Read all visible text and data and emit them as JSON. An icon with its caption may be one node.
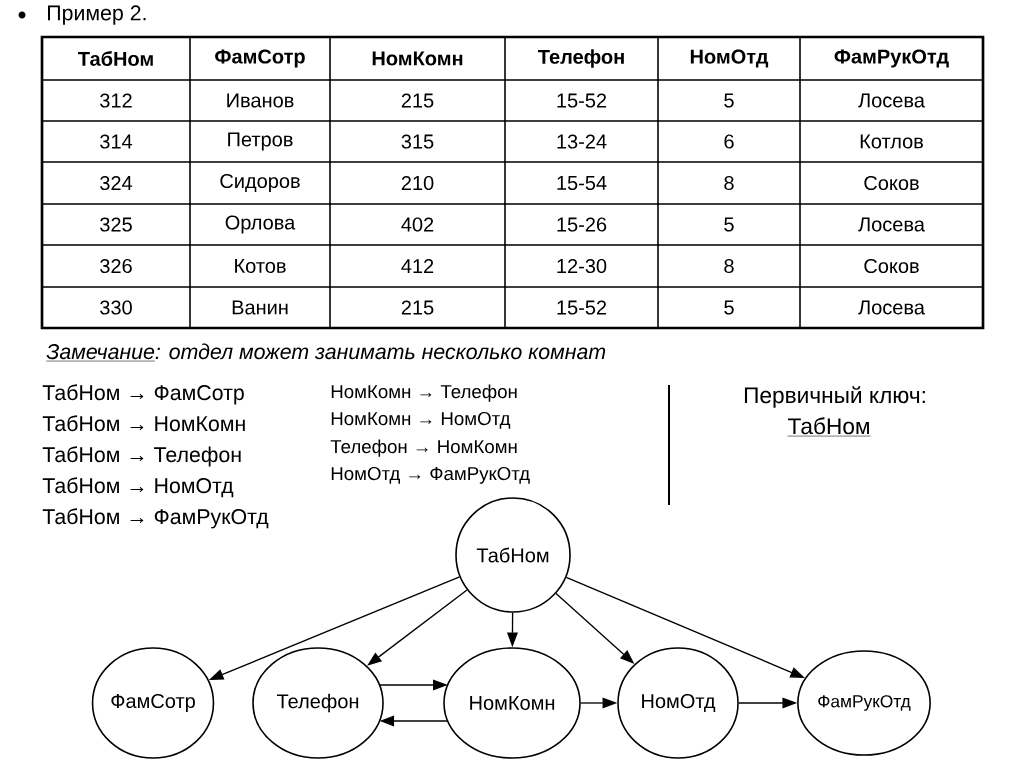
{
  "diagram": {
    "title": "Пример 2.",
    "nodes": [
      {
        "text": [
          "ТабНом"
        ]
      },
      {
        "text": [
          "ФамСотр"
        ]
      },
      {
        "text": [
          "Телефон"
        ]
      },
      {
        "text": [
          "НомКомн"
        ]
      },
      {
        "text": [
          "НомОтд"
        ]
      },
      {
        "text": [
          "ФамРукОтд"
        ]
      }
    ],
    "edges": [
      {
        "from": 0,
        "to": 1,
        "arrow": "to"
      },
      {
        "from": 0,
        "to": 2,
        "arrow": "to"
      },
      {
        "from": 0,
        "to": 3,
        "arrow": "to"
      },
      {
        "from": 0,
        "to": 4,
        "arrow": "to"
      },
      {
        "from": 0,
        "to": 5,
        "arrow": "to"
      },
      {
        "from": 2,
        "to": 3,
        "arrow": "to"
      },
      {
        "from": 3,
        "to": 2,
        "arrow": "to"
      },
      {
        "from": 3,
        "to": 4,
        "arrow": "to"
      },
      {
        "from": 4,
        "to": 5,
        "arrow": "to"
      }
    ],
    "labels": [
      "ТабНом",
      "ФамСотр",
      "НомКомн",
      "Телефон",
      "НомОтд",
      "ФамРукОтд",
      "312",
      "Иванов",
      "215",
      "15-52",
      "5",
      "Лосева",
      "314",
      "Петров",
      "315",
      "13-24",
      "6",
      "Котлов",
      "324",
      "Сидоров",
      "210",
      "15-54",
      "8",
      "Соков",
      "325",
      "Орлова",
      "402",
      "15-26",
      "5",
      "Лосева",
      "326",
      "Котов",
      "412",
      "12-30",
      "8",
      "Соков",
      "330",
      "Ванин",
      "215",
      "15-52",
      "5",
      "Лосева",
      "Замечание",
      ": отдел может занимать несколько комнат",
      "ТабНом → ФамСотр",
      "ТабНом → НомКомн",
      "ТабНом → Телефон",
      "ТабНом → НомОтд",
      "ТабНом → ФамРукОтд",
      "НомКомн → Телефон",
      "НомКомн → НомОтд",
      "Телефон → НомКомн",
      "НомОтд → ФамРукОтд",
      "Первичный ключ:",
      "ТабНом"
    ]
  }
}
